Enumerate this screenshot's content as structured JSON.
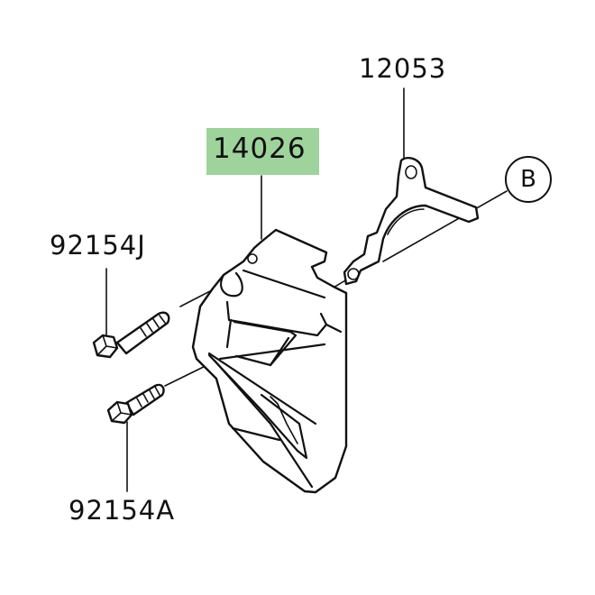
{
  "diagram": {
    "type": "exploded-parts-diagram",
    "highlight_color": "#9fd39c",
    "line_color": "#111111",
    "background": "#ffffff",
    "parts": [
      {
        "id": "cover",
        "part_number": "14026",
        "highlighted": true,
        "description_icon": "sprocket-cover"
      },
      {
        "id": "bracket",
        "part_number": "12053",
        "highlighted": false,
        "description_icon": "bracket"
      },
      {
        "id": "bolt_upper",
        "part_number": "92154J",
        "highlighted": false,
        "description_icon": "flange-bolt"
      },
      {
        "id": "bolt_lower",
        "part_number": "92154A",
        "highlighted": false,
        "description_icon": "flange-bolt"
      }
    ],
    "reference_marker": {
      "label": "B"
    }
  }
}
